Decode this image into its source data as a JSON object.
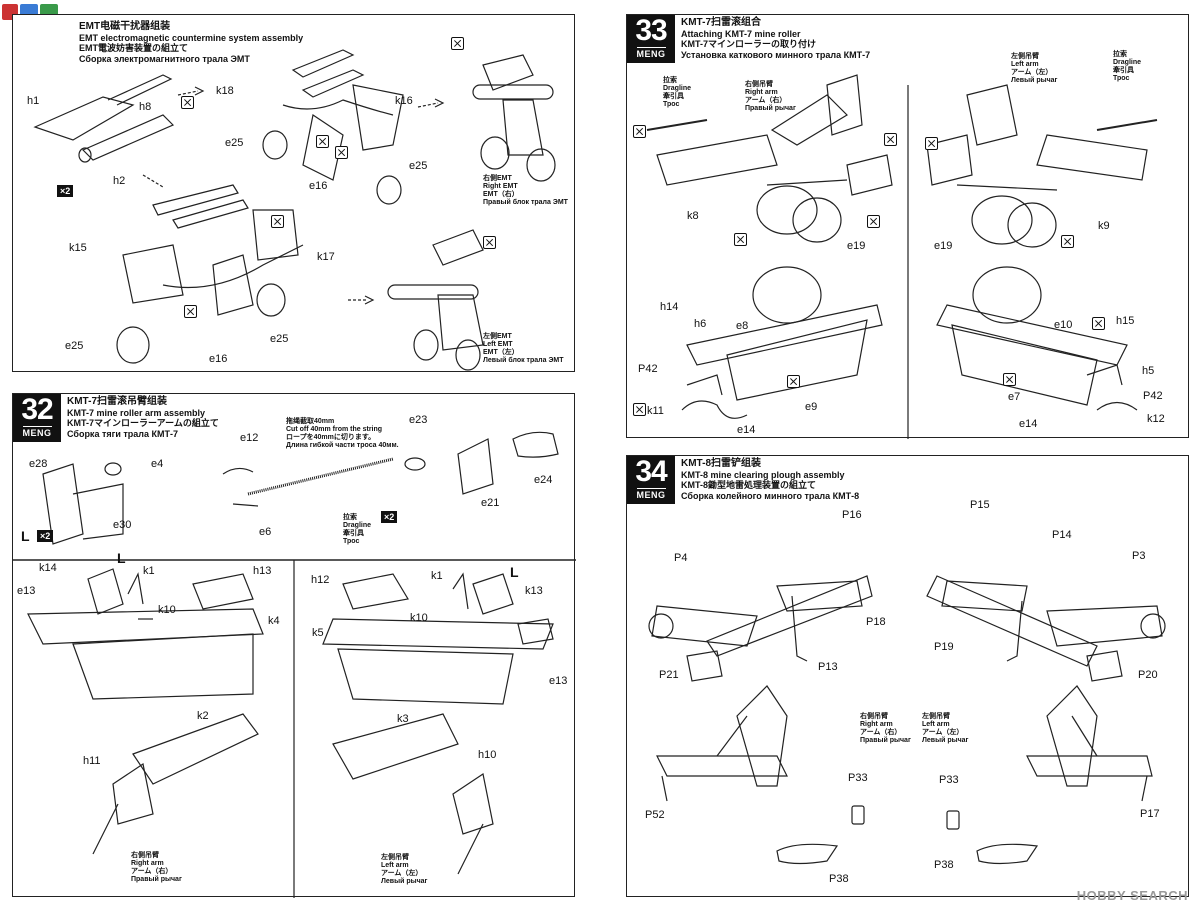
{
  "step31": {
    "titles": [
      "EMT电磁干扰器组装",
      "EMT electromagnetic countermine system assembly",
      "EMT電波妨害装置の組立て",
      "Сборка электромагнитного трала ЭМТ"
    ],
    "labels": {
      "h1": "h1",
      "h8": "h8",
      "h2": "h2",
      "k18": "k18",
      "k16": "k16",
      "e25a": "e25",
      "e16a": "e16",
      "e25b": "e25",
      "k15": "k15",
      "k17": "k17",
      "e25c": "e25",
      "e25d": "e25",
      "e16b": "e16"
    },
    "x2": "×2",
    "right_emt": [
      "右側EMT",
      "Right EMT",
      "EMT（右）",
      "Правый блок трала ЭМТ"
    ],
    "left_emt": [
      "左側EMT",
      "Left EMT",
      "EMT（左）",
      "Левый блок трала ЭМТ"
    ]
  },
  "step32": {
    "number": "32",
    "brand": "MENG",
    "titles": [
      "KMT-7扫雷滚吊臂组装",
      "KMT-7 mine roller arm assembly",
      "KMT-7マインローラーアームの組立て",
      "Сборка тяги трала КМТ-7"
    ],
    "cut_note": [
      "拖绳截取40mm",
      "Cut off 40mm from the string",
      "ロープを40mmに切ります。",
      "Длина гибкой части троса 40мм."
    ],
    "dragline": [
      "拉索",
      "Dragline",
      "牽引具",
      "Трос"
    ],
    "x2": "×2",
    "L": "L",
    "labels": {
      "e28": "e28",
      "e4": "e4",
      "e30": "e30",
      "e12": "e12",
      "e6": "e6",
      "e23": "e23",
      "e21": "e21",
      "e24": "e24",
      "k14": "k14",
      "k1a": "k1",
      "h13": "h13",
      "e13a": "e13",
      "k10a": "k10",
      "k4": "k4",
      "k2": "k2",
      "h11": "h11",
      "h12": "h12",
      "k1b": "k1",
      "k5": "k5",
      "k10b": "k10",
      "k13": "k13",
      "e13b": "e13",
      "k3": "k3",
      "h10": "h10"
    },
    "right_arm": [
      "右側吊臂",
      "Right arm",
      "アーム（右）",
      "Правый рычаг"
    ],
    "left_arm": [
      "左側吊臂",
      "Left arm",
      "アーム（左）",
      "Левый рычаг"
    ]
  },
  "step33": {
    "number": "33",
    "brand": "MENG",
    "titles": [
      "KMT-7扫雷滚组合",
      "Attaching KMT-7 mine roller",
      "KMT-7マインローラーの取り付け",
      "Установка каткового минного трала КМТ-7"
    ],
    "dragline": [
      "拉索",
      "Dragline",
      "牽引具",
      "Трос"
    ],
    "right_arm": [
      "右侧吊臂",
      "Right arm",
      "アーム（右）",
      "Правый рычаг"
    ],
    "left_arm": [
      "左側吊臂",
      "Left arm",
      "アーム（左）",
      "Левый рычаг"
    ],
    "labels": {
      "k8": "k8",
      "e19a": "e19",
      "e19b": "e19",
      "k9": "k9",
      "h14": "h14",
      "h6": "h6",
      "e8": "e8",
      "P42a": "P42",
      "k11": "k11",
      "e9": "e9",
      "e14a": "e14",
      "e10": "e10",
      "h15": "h15",
      "h5": "h5",
      "e7": "e7",
      "P42b": "P42",
      "e14b": "e14",
      "k12": "k12"
    }
  },
  "step34": {
    "number": "34",
    "brand": "MENG",
    "titles": [
      "KMT-8扫雷铲组装",
      "KMT-8 mine clearing plough assembly",
      "KMT-8鋤型地雷処理装置の組立て",
      "Сборка колейного минного трала КМТ-8"
    ],
    "right_arm": [
      "右側吊臂",
      "Right arm",
      "アーム（右）",
      "Правый рычаг"
    ],
    "left_arm": [
      "左側吊臂",
      "Left arm",
      "アーム（左）",
      "Левый рычаг"
    ],
    "labels": {
      "P16": "P16",
      "P4": "P4",
      "P18": "P18",
      "P13": "P13",
      "P21": "P21",
      "P15": "P15",
      "P14": "P14",
      "P3": "P3",
      "P19": "P19",
      "P20": "P20",
      "P52": "P52",
      "P33a": "P33",
      "P38a": "P38",
      "P33b": "P33",
      "P17": "P17",
      "P38b": "P38"
    }
  },
  "watermark": "HOBBY SEARCH"
}
